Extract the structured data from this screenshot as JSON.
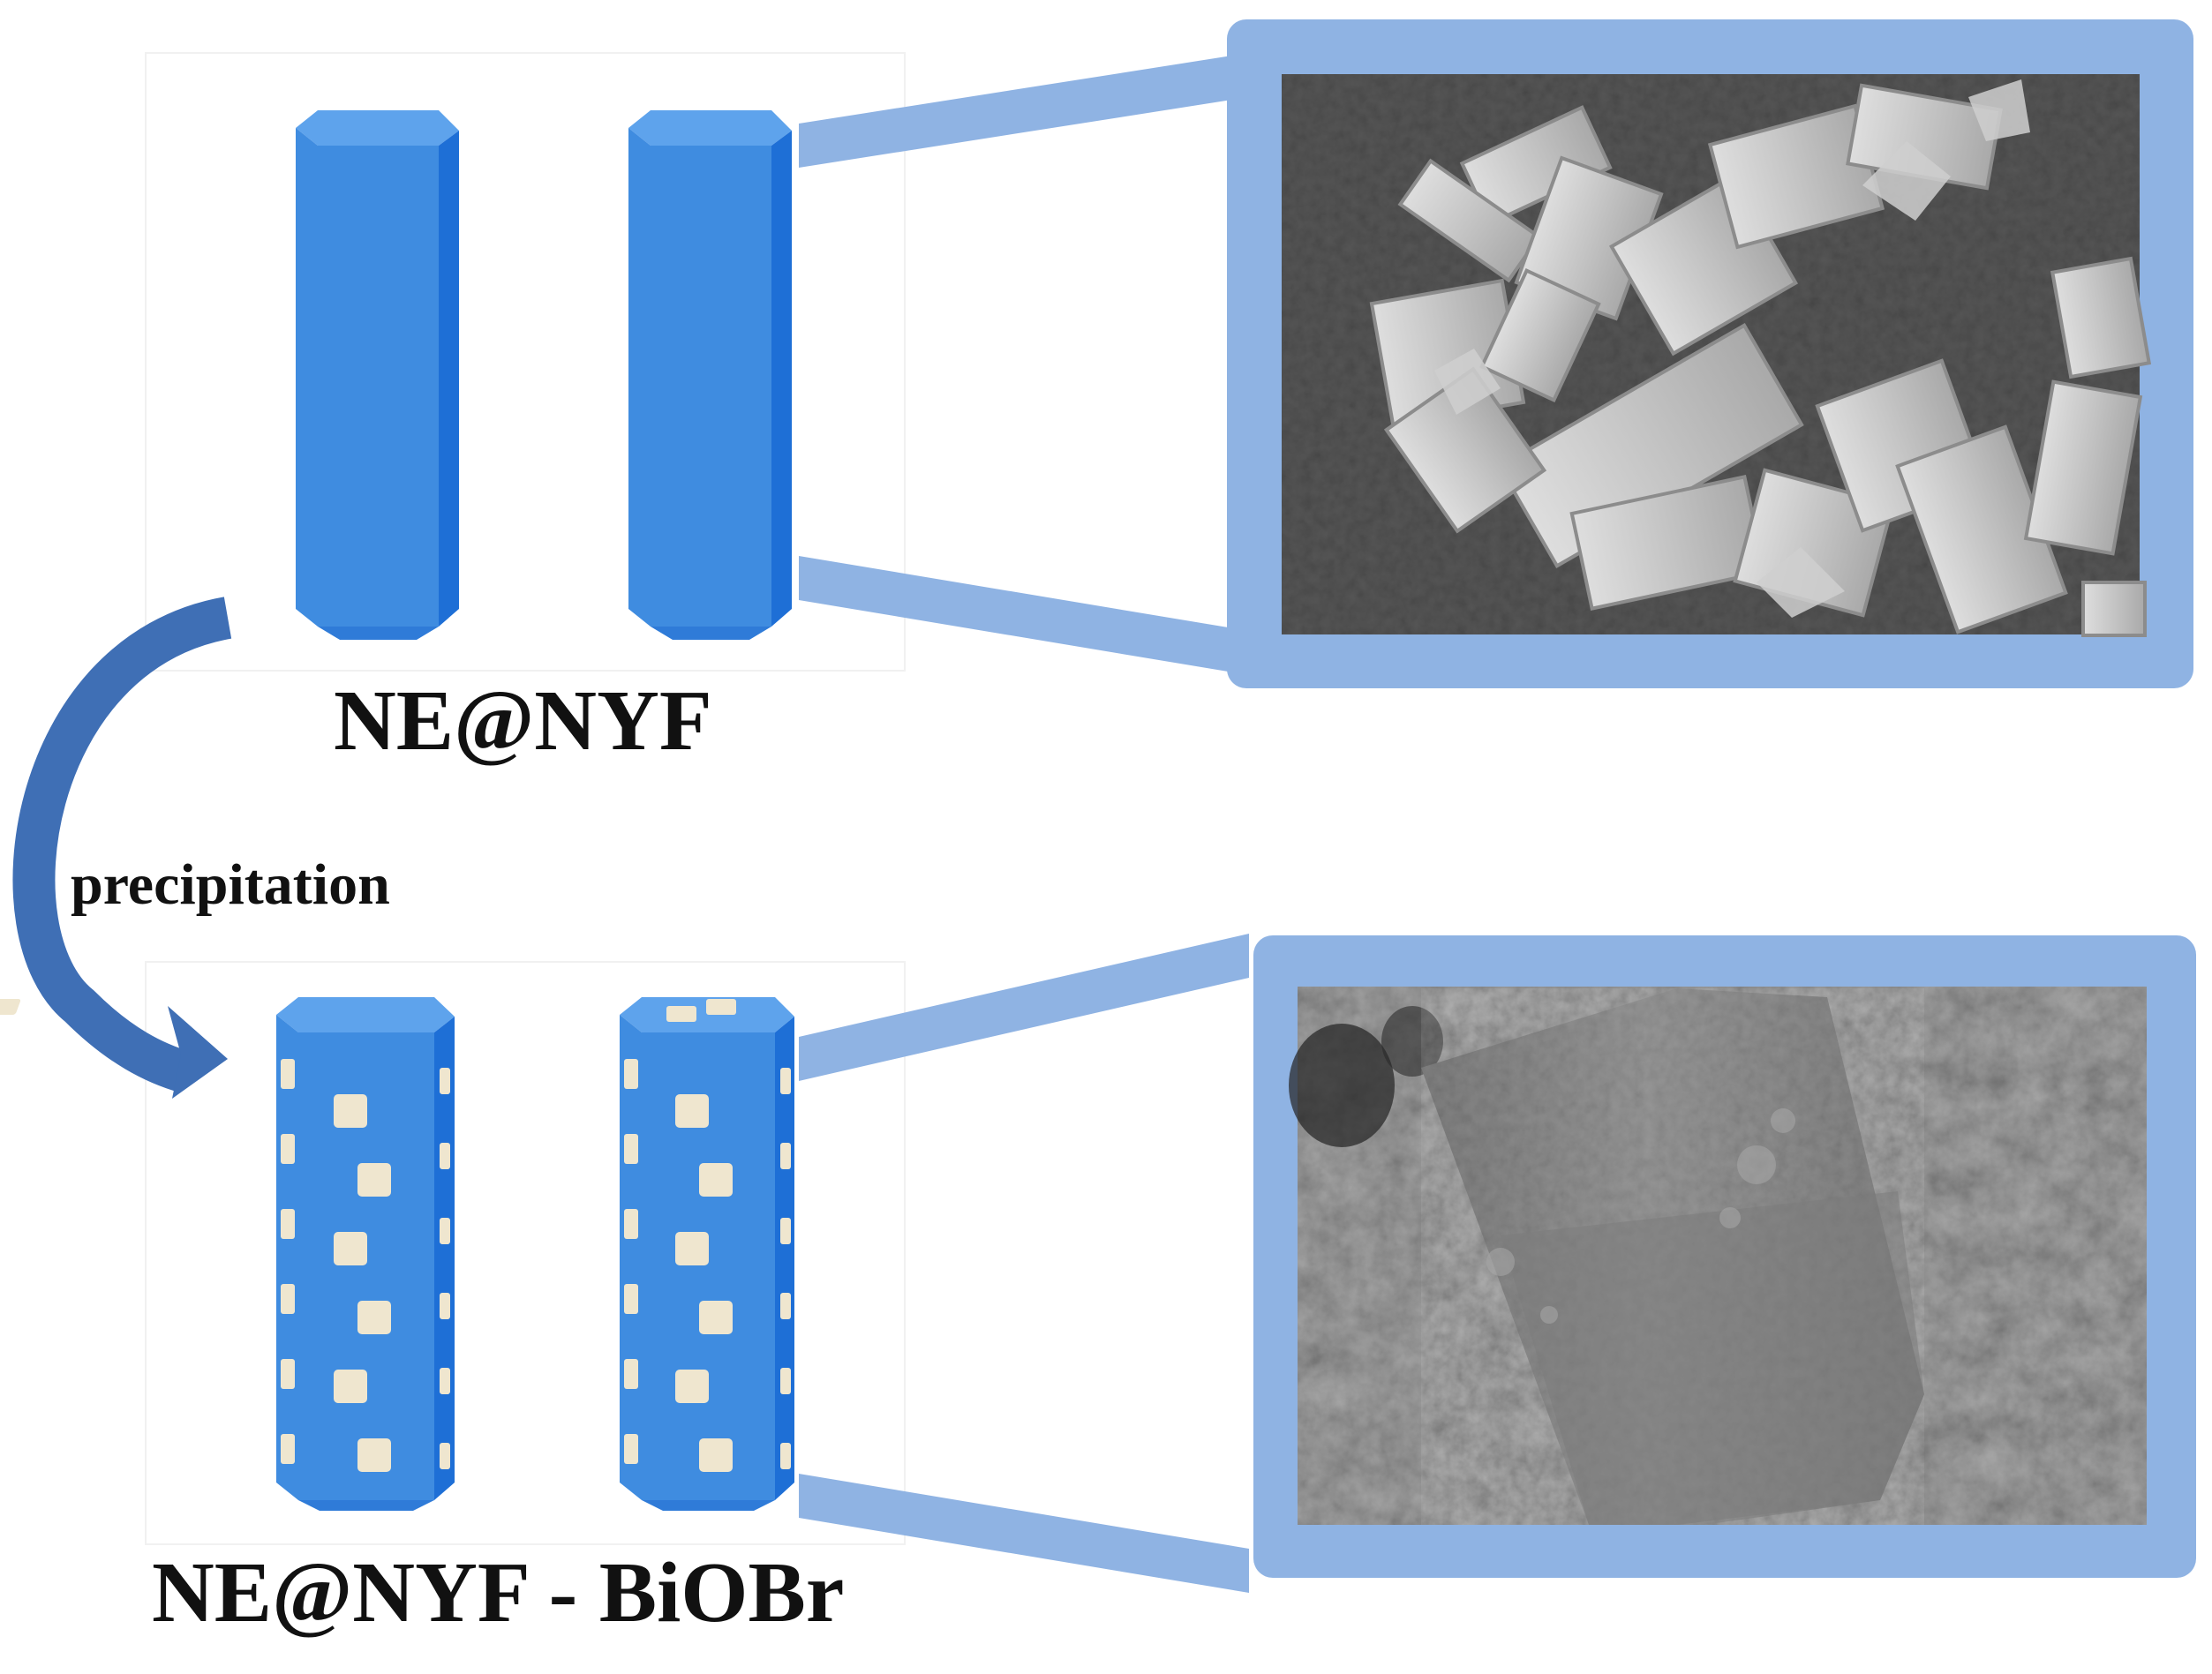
{
  "labels": {
    "top_material": "NE@NYF",
    "bottom_material": "NE@NYF - BiOBr",
    "process_step": "precipitation"
  },
  "colors": {
    "rod_front": "#3f8ce0",
    "rod_side": "#1e6fd6",
    "rod_top": "#5ea3ec",
    "frame": "#8fb3e3",
    "arrow": "#3f6fb5",
    "particle": "#efe6cf",
    "sem_top_bg": "#3e3e3e",
    "sem_bottom_bg": "#5a5a5a"
  },
  "icons": {
    "pristine_rod": "hexagonal-prism-icon",
    "coated_rod": "particle-decorated-hexagonal-prism-icon",
    "process_arrow": "curved-arrow-icon",
    "micrograph_top": "sem-micrograph-hexagonal-rods",
    "micrograph_bottom": "sem-micrograph-coated-rod"
  }
}
